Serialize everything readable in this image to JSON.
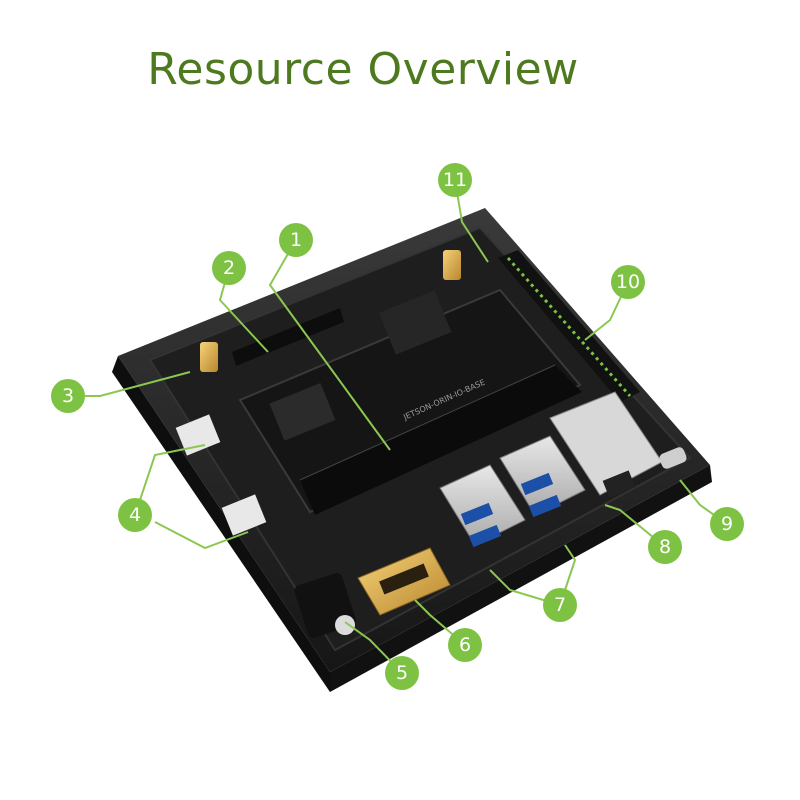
{
  "title": "Resource Overview",
  "board": {
    "silkscreen": "JETSON-ORIN-IO-BASE"
  },
  "callouts": [
    {
      "label": "1"
    },
    {
      "label": "2"
    },
    {
      "label": "3"
    },
    {
      "label": "4"
    },
    {
      "label": "5"
    },
    {
      "label": "6"
    },
    {
      "label": "7"
    },
    {
      "label": "8"
    },
    {
      "label": "9"
    },
    {
      "label": "10"
    },
    {
      "label": "11"
    }
  ],
  "colors": {
    "title": "#4d7a1e",
    "callout": "#7dc242",
    "leader": "#8cc751",
    "pcb": "#1c1c1c",
    "case": "#2a2a2a"
  }
}
